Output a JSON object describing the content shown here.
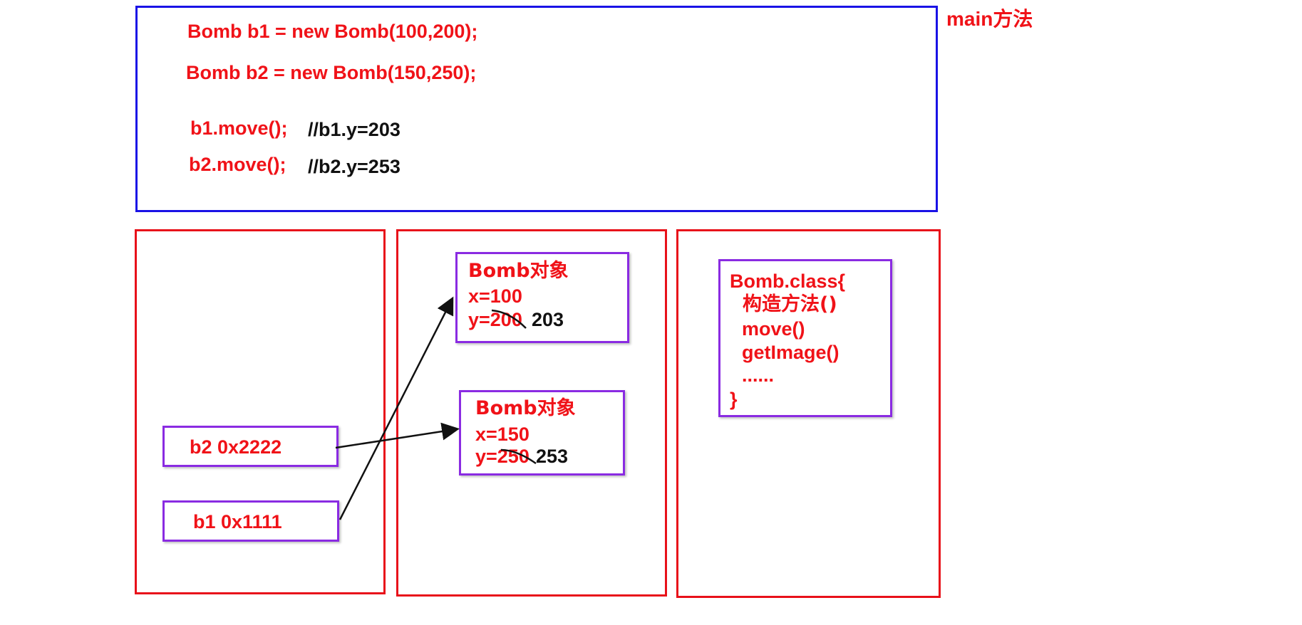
{
  "main_label": "main方法",
  "code": {
    "line1": "Bomb b1 = new Bomb(100,200);",
    "line2": "Bomb b2 = new Bomb(150,250);",
    "line3_code": "b1.move();",
    "line3_comment": "//b1.y=203",
    "line4_code": "b2.move();",
    "line4_comment": "//b2.y=253"
  },
  "stack": {
    "b2": "b2  0x2222",
    "b1": "b1  0x1111"
  },
  "heap": {
    "obj1": {
      "title": "Bomb对象",
      "x": "x=100",
      "y_old": "y=200",
      "y_new": "203"
    },
    "obj2": {
      "title": "Bomb对象",
      "x": "x=150",
      "y_old": "y=250",
      "y_new": "253"
    }
  },
  "method_area": {
    "l1": "Bomb.class{",
    "l2": "构造方法()",
    "l3": "move()",
    "l4": "getImage()",
    "l5": "......",
    "l6": "}"
  },
  "colors": {
    "red": "#f01218",
    "blue": "#1a12e6",
    "purple": "#8a2be2",
    "black": "#111111"
  }
}
